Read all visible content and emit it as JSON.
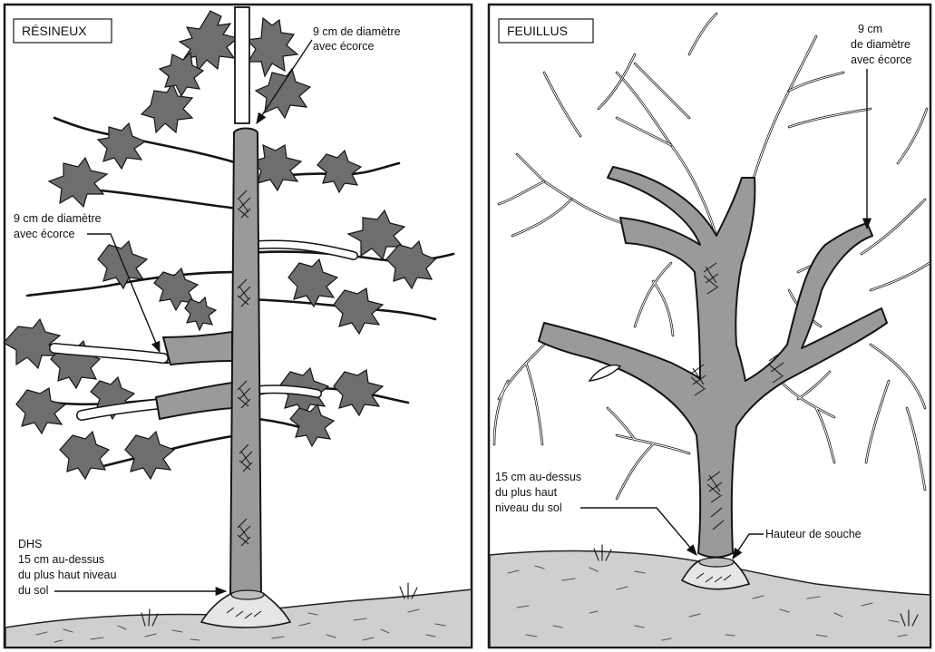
{
  "left_panel": {
    "title": "RÉSINEUX",
    "top_diameter_lines": [
      "9 cm de diamètre",
      "avec écorce"
    ],
    "branch_diameter_lines": [
      "9 cm de diamètre",
      "avec écorce"
    ],
    "dbh_lines": [
      "DHS",
      "15 cm au-dessus",
      "du plus haut niveau",
      "du sol"
    ]
  },
  "right_panel": {
    "title": "FEUILLUS",
    "top_diameter_lines": [
      "9 cm",
      "de diamètre",
      "avec écorce"
    ],
    "dbh_lines": [
      "15 cm au-dessus",
      "du plus haut",
      "niveau du sol"
    ],
    "stump_label": "Hauteur de souche"
  }
}
